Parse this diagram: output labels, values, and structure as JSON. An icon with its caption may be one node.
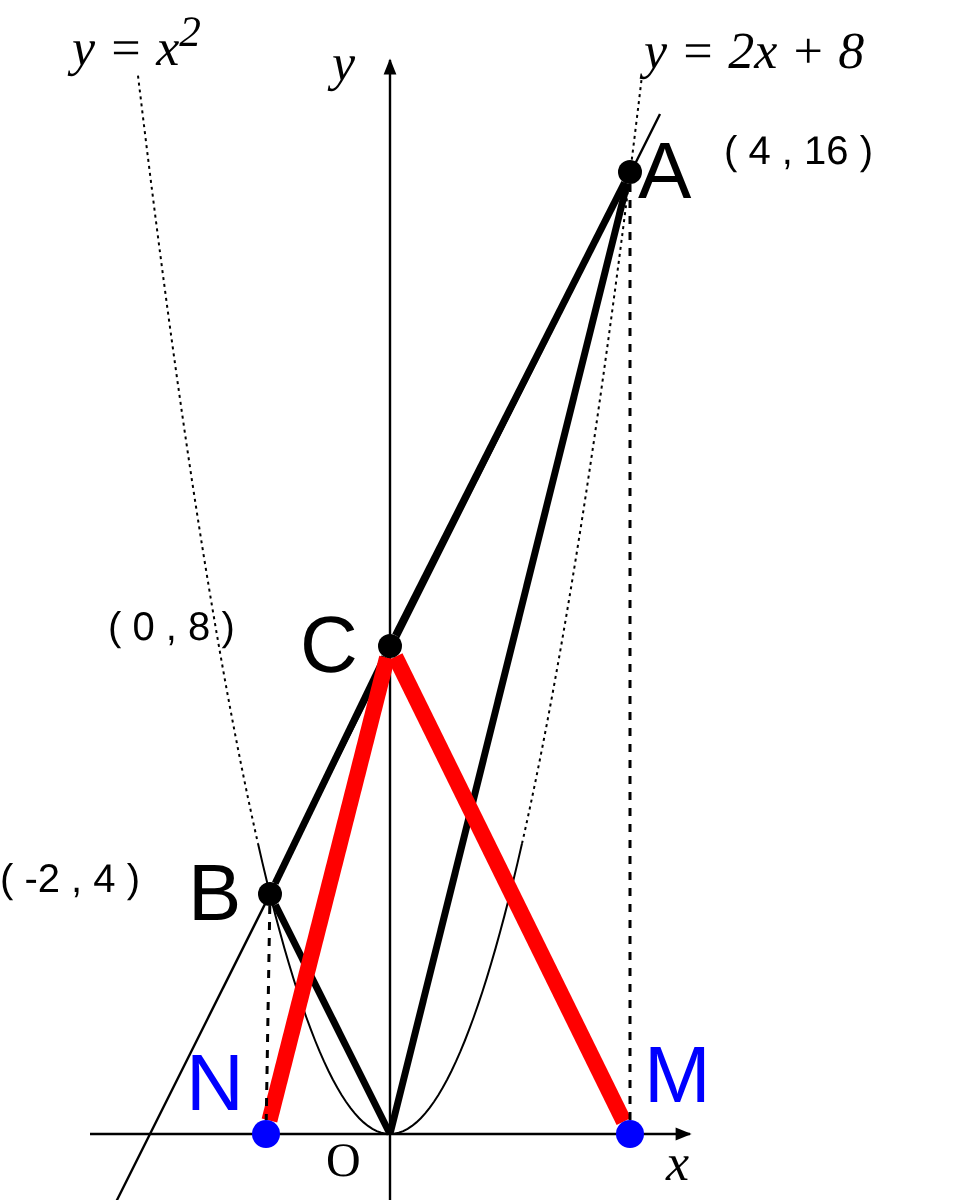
{
  "diagram": {
    "nodes": [
      {
        "text": [
          "A"
        ],
        "beside": [
          "( 4 , 16 )"
        ]
      },
      {
        "text": [
          "C"
        ],
        "beside": [
          "( 0 , 8 )"
        ]
      },
      {
        "text": [
          "B"
        ],
        "beside": [
          "( -2 , 4 )"
        ]
      },
      {
        "text": [
          "N"
        ]
      },
      {
        "text": [
          "O"
        ]
      },
      {
        "text": [
          "M"
        ]
      }
    ],
    "edges": [
      {
        "from": 0,
        "to": 1,
        "arrow": "none"
      },
      {
        "from": 1,
        "to": 2,
        "arrow": "none"
      },
      {
        "from": 0,
        "to": 4,
        "arrow": "none"
      },
      {
        "from": 2,
        "to": 4,
        "arrow": "none"
      },
      {
        "from": 1,
        "to": 3,
        "arrow": "none",
        "style": "thick",
        "color": "#ff0000"
      },
      {
        "from": 1,
        "to": 5,
        "arrow": "none",
        "style": "thick",
        "color": "#ff0000"
      },
      {
        "from": 0,
        "to": 5,
        "arrow": "none",
        "style": "dashed"
      },
      {
        "from": 2,
        "to": 3,
        "arrow": "none",
        "style": "dashed"
      }
    ],
    "labels": [
      "y = x$^{2}$",
      "y",
      "y = 2x + 8",
      "x"
    ]
  }
}
